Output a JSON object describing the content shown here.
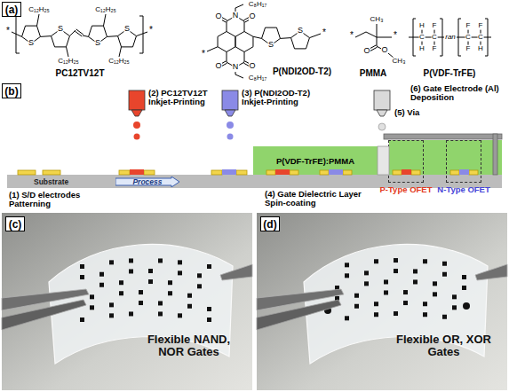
{
  "diagram": {
    "nodes": [
      {
        "text": [
          "(a)"
        ]
      },
      {
        "text": [
          "(b)"
        ]
      },
      {
        "text": [
          "P(VDF-TrFE):PMMA"
        ]
      },
      {
        "text": [
          "Substrate"
        ]
      },
      {
        "text": [
          "Process"
        ],
        "in": 3
      },
      {
        "text": [
          "P-Type OFET"
        ]
      },
      {
        "text": [
          "N-Type OFET"
        ]
      },
      {
        "text": [
          "(c)"
        ]
      },
      {
        "text": [
          "(d)"
        ]
      }
    ],
    "labels": [
      "C₁₂H₂₅",
      "C₁₂H₂₅",
      "C₁₂H₂₅",
      "C₁₂H₂₅",
      "S",
      "S",
      "S",
      "S",
      "*",
      "*",
      "PC12TV12T",
      "C₈H₁₇",
      "C₈H₁₇",
      "N",
      "N",
      "O",
      "O",
      "O",
      "O",
      "S",
      "S",
      "*",
      "*",
      "P(NDI2OD-T2)",
      "CH₃",
      "O",
      "O",
      "CH₃",
      "*",
      "*",
      "PMMA",
      "H",
      "F",
      "F",
      "F",
      "C",
      "C",
      "C",
      "C",
      "H",
      "F",
      "F",
      "H",
      "ran",
      "P(VDF-TrFE)",
      "(1) S/D electrodes Patterning",
      "(2) PC12TV12T Inkjet-Printing",
      "(3) P(NDI2OD-T2) Inkjet-Printing",
      "(4) Gate Dielectric Layer Spin-coating",
      "(5) Via",
      "(6) Gate Electrode (Al) Deposition",
      "Flexible NAND, NOR Gates",
      "Flexible OR, XOR Gates"
    ]
  }
}
